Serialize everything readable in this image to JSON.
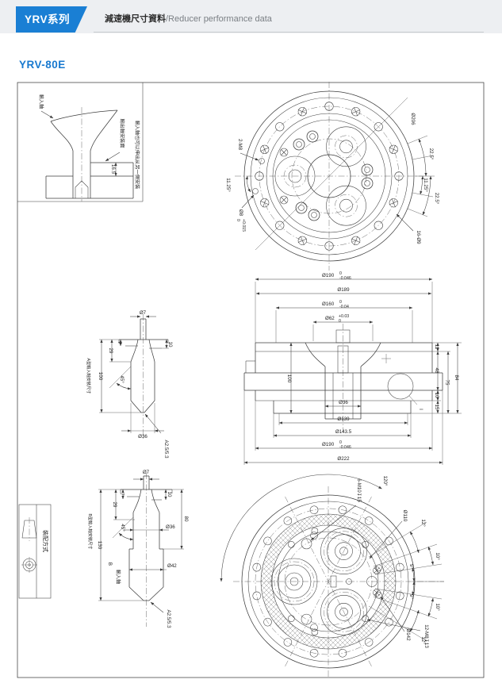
{
  "header": {
    "series_tag": "YRV系列",
    "subtitle_zh": "減速機尺寸資料",
    "subtitle_en": "/Reducer performance data"
  },
  "title_model": "YRV-80E",
  "colors": {
    "accent": "#1a7fd4",
    "band": "#edeff2",
    "line": "#3d3d3d"
  },
  "input_detail": {
    "input_shaft": "輸入軸",
    "output_face": "輸出軸安裝面",
    "alt_note": "輸入軸也可以伸出从另一側安裝",
    "dim_165": "16.5"
  },
  "front_view": {
    "d206": "Ø206",
    "m8": "2-M8",
    "a225_top": "22.5°",
    "a225_bot": "22.5°",
    "a1125_right": "11.25°",
    "a1125_left": "11.25°",
    "holes": "16-Ø9",
    "d8": "Ø8",
    "d8_hi": "+0.015",
    "d8_lo": "0"
  },
  "section_view": {
    "d190": "Ø190",
    "d190_hi": "0",
    "d190_lo": "-0.046",
    "d189": "Ø189",
    "d160": "Ø160",
    "d160_hi": "0",
    "d160_lo": "-0.04",
    "d62": "Ø62",
    "d62_hi": "+0.03",
    "d62_lo": "0",
    "h11": "11",
    "h48": "48",
    "h10": "10",
    "h15": "15",
    "h75": "75",
    "h84": "84",
    "v100": "100",
    "d36": "Ø36",
    "d139": "Ø139",
    "d1435": "Ø143.5",
    "d190b": "Ø190",
    "d190b_hi": "0",
    "d190b_lo": "-0.046",
    "d222": "Ø222",
    "detail": "I"
  },
  "shaft_a": {
    "note": "A型輸入軸安裝尺寸",
    "d7": "Ø7",
    "l7": "7",
    "l29": "29",
    "l100": "100",
    "l10": "10",
    "a45": "45°",
    "d36": "Ø36",
    "ch": "A2.5/5.3"
  },
  "shaft_b": {
    "note": "B型輸入軸安裝尺寸",
    "d7": "Ø7",
    "l7": "7",
    "l29": "29",
    "l130": "130",
    "l10": "10",
    "l80": "80",
    "a45": "45°",
    "d36": "Ø36",
    "d42": "Ø42",
    "type_b": "B",
    "input_shaft": "輸入軸",
    "ch": "A2.5/5.3"
  },
  "back_view": {
    "a120": "120°",
    "m10": "6-M10↧15",
    "d110": "Ø110",
    "a12_t": "12°",
    "a12_b": "12°",
    "a10_t": "10°",
    "a10_b": "10°",
    "a9_t": "9°",
    "a9_b": "9°",
    "d142": "Ø142",
    "m8b": "12-M8↧13"
  },
  "assembly": {
    "label": "裝配方式"
  }
}
